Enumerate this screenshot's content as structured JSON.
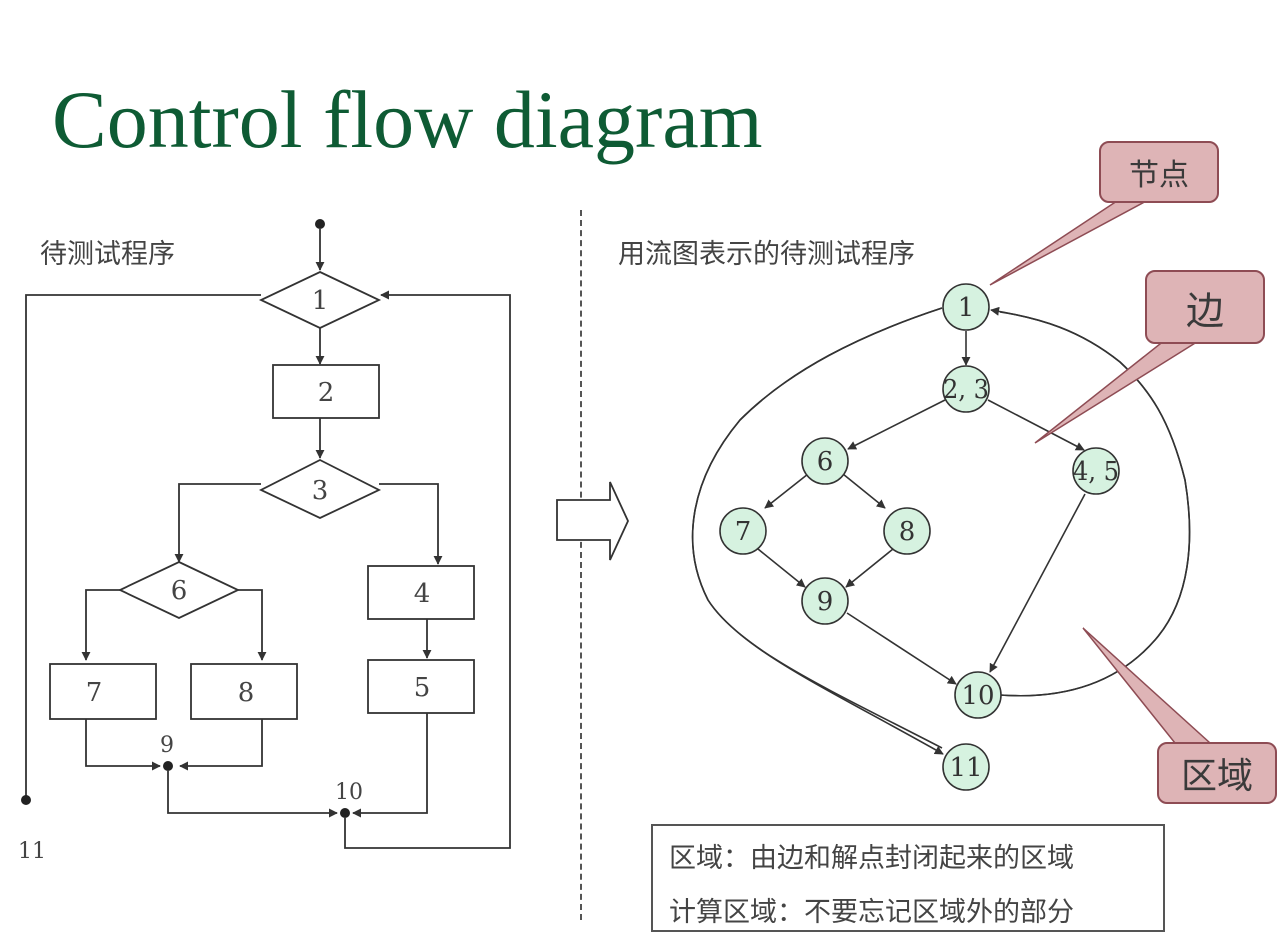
{
  "title": "Control flow diagram",
  "left_heading": "待测试程序",
  "right_heading": "用流图表示的待测试程序",
  "flowchart": {
    "decisions": [
      {
        "key": "d1",
        "label": "1"
      },
      {
        "key": "d3",
        "label": "3"
      },
      {
        "key": "d6",
        "label": "6"
      }
    ],
    "processes": [
      {
        "key": "p2",
        "label": "2"
      },
      {
        "key": "p4",
        "label": "4"
      },
      {
        "key": "p5",
        "label": "5"
      },
      {
        "key": "p7",
        "label": "7"
      },
      {
        "key": "p8",
        "label": "8"
      }
    ],
    "junctions": [
      {
        "key": "j9",
        "label": "9"
      },
      {
        "key": "j10",
        "label": "10"
      },
      {
        "key": "j11",
        "label": "11"
      }
    ]
  },
  "graph": {
    "nodes": [
      {
        "id": "n1",
        "label": "1"
      },
      {
        "id": "n23",
        "label": "2, 3"
      },
      {
        "id": "n6",
        "label": "6"
      },
      {
        "id": "n45",
        "label": "4, 5"
      },
      {
        "id": "n7",
        "label": "7"
      },
      {
        "id": "n8",
        "label": "8"
      },
      {
        "id": "n9",
        "label": "9"
      },
      {
        "id": "n10",
        "label": "10"
      },
      {
        "id": "n11",
        "label": "11"
      }
    ],
    "edges": [
      [
        "n1",
        "n23"
      ],
      [
        "n23",
        "n6"
      ],
      [
        "n23",
        "n45"
      ],
      [
        "n6",
        "n7"
      ],
      [
        "n6",
        "n8"
      ],
      [
        "n7",
        "n9"
      ],
      [
        "n8",
        "n9"
      ],
      [
        "n9",
        "n10"
      ],
      [
        "n45",
        "n10"
      ],
      [
        "n10",
        "n1"
      ],
      [
        "n1",
        "n11"
      ]
    ]
  },
  "callouts": {
    "node": "节点",
    "edge": "边",
    "region": "区域"
  },
  "note": {
    "line1": "区域：由边和解点封闭起来的区域",
    "line2": "计算区域：不要忘记区域外的部分"
  },
  "colors": {
    "title": "#0e5b34",
    "node_fill": "#d6f2e0",
    "callout_fill": "#deb4b6",
    "callout_border": "#8e4c54"
  }
}
